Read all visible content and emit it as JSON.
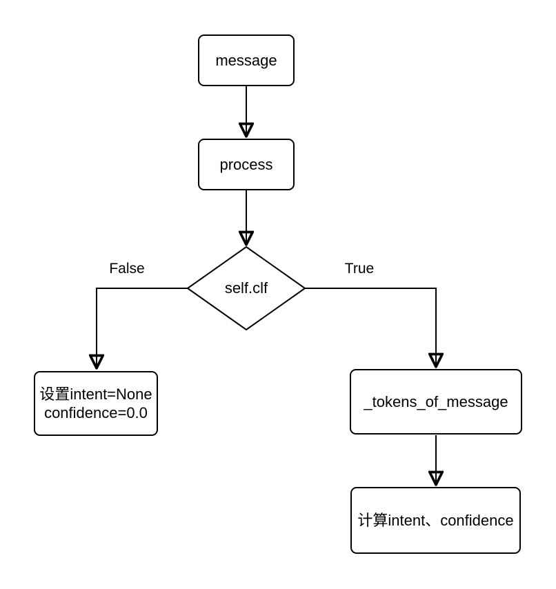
{
  "diagram": {
    "type": "flowchart",
    "nodes": {
      "message": {
        "label": "message",
        "shape": "rounded-rect"
      },
      "process": {
        "label": "process",
        "shape": "rounded-rect"
      },
      "decision": {
        "label": "self.clf",
        "shape": "diamond"
      },
      "set_none": {
        "line1": "设置intent=None",
        "line2": "confidence=0.0",
        "shape": "rounded-rect"
      },
      "tokens": {
        "label": "_tokens_of_message",
        "shape": "rounded-rect"
      },
      "compute": {
        "label": "计算intent、confidence",
        "shape": "rounded-rect"
      }
    },
    "edge_labels": {
      "false_branch": "False",
      "true_branch": "True"
    },
    "edges": [
      {
        "from": "message",
        "to": "process"
      },
      {
        "from": "process",
        "to": "decision"
      },
      {
        "from": "decision",
        "to": "set_none",
        "label": "False"
      },
      {
        "from": "decision",
        "to": "tokens",
        "label": "True"
      },
      {
        "from": "tokens",
        "to": "compute"
      }
    ],
    "colors": {
      "stroke": "#000000",
      "fill": "#ffffff",
      "text": "#000000",
      "background": "#ffffff"
    }
  }
}
